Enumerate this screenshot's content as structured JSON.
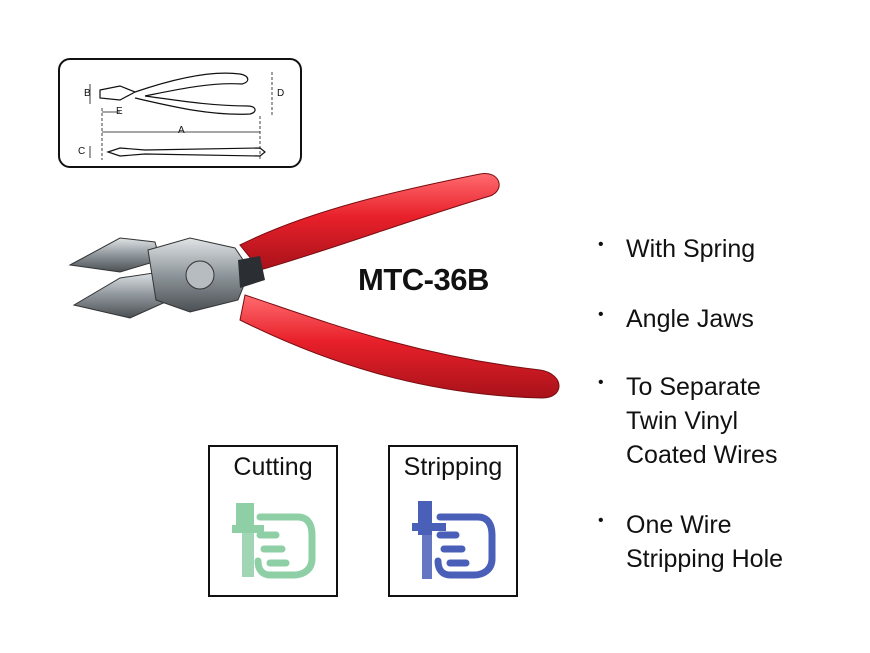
{
  "diagram": {
    "labels": {
      "a": "A",
      "b": "B",
      "c": "C",
      "d": "D",
      "e": "E"
    }
  },
  "product": {
    "model": "MTC-36B"
  },
  "features": [
    {
      "lines": [
        "With Spring"
      ]
    },
    {
      "lines": [
        "Angle Jaws"
      ]
    },
    {
      "lines": [
        "To Separate",
        "Twin Vinyl",
        "Coated Wires"
      ]
    },
    {
      "lines": [
        "One Wire",
        "Stripping Hole"
      ]
    }
  ],
  "functions": [
    {
      "label": "Cutting",
      "color": "#8fcfa6",
      "icon": "hand-cutting-icon"
    },
    {
      "label": "Stripping",
      "color": "#4a5fb8",
      "icon": "hand-stripping-icon"
    }
  ],
  "colors": {
    "handle": "#e8202a",
    "metal": "#9aa0a4"
  }
}
